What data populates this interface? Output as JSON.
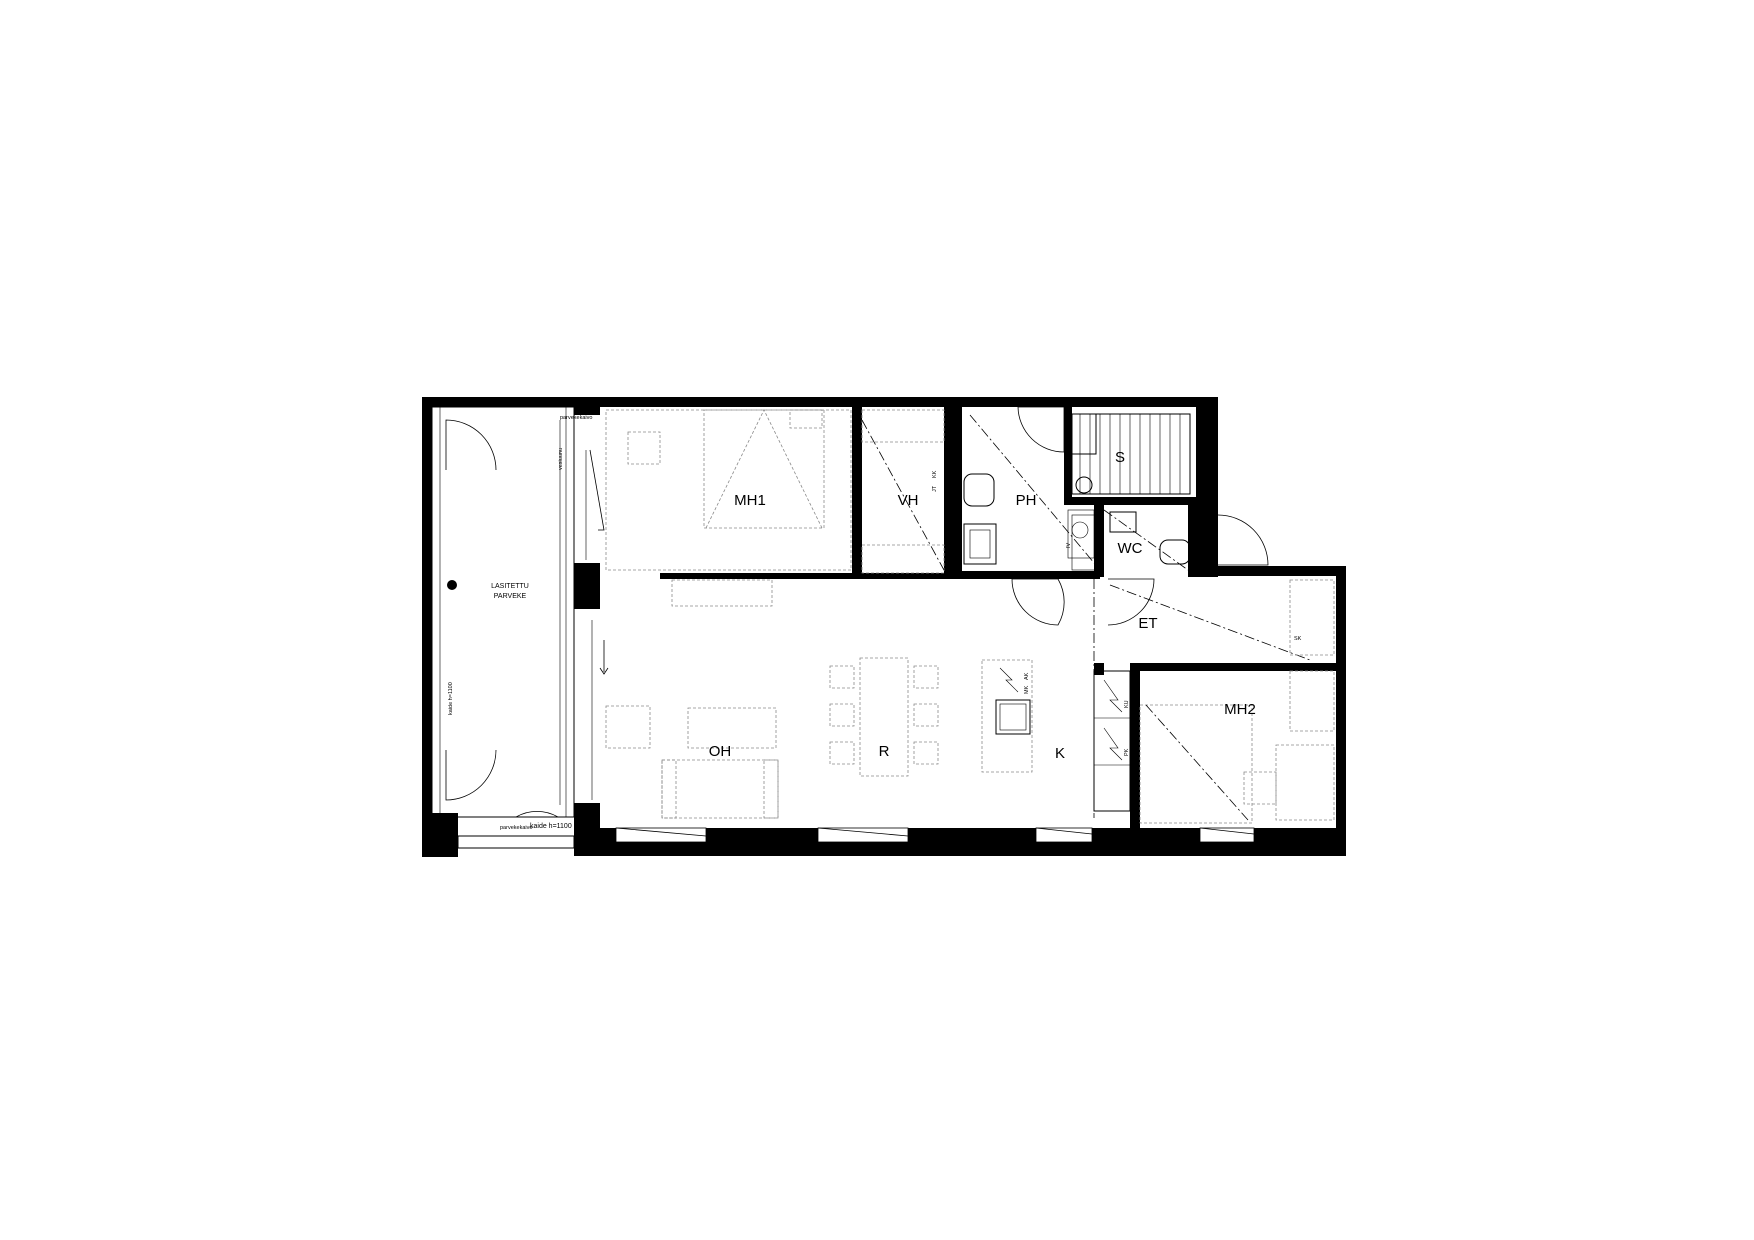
{
  "rooms": {
    "mh1": "MH1",
    "vh": "VH",
    "ph": "PH",
    "s": "S",
    "wc": "WC",
    "et": "ET",
    "mh2": "MH2",
    "oh": "OH",
    "r": "R",
    "k": "K"
  },
  "balcony": {
    "line1": "LASITETTU",
    "line2": "PARVEKE",
    "note_top": "parvekekaivo",
    "note_bottom": "parvekekaivo",
    "railing_side": "kaide h=1100",
    "railing_bottom": "kaide h=1100",
    "vertical_note": "vesiuunu"
  },
  "markers": {
    "jk": "JT",
    "kk": "KK",
    "iv": "IV",
    "ak": "AK",
    "mk": "MK",
    "ku": "KU",
    "pk": "PK",
    "sk": "SK"
  },
  "colors": {
    "wall": "#000000",
    "furniture": "#8a8a8a",
    "background": "#ffffff"
  }
}
